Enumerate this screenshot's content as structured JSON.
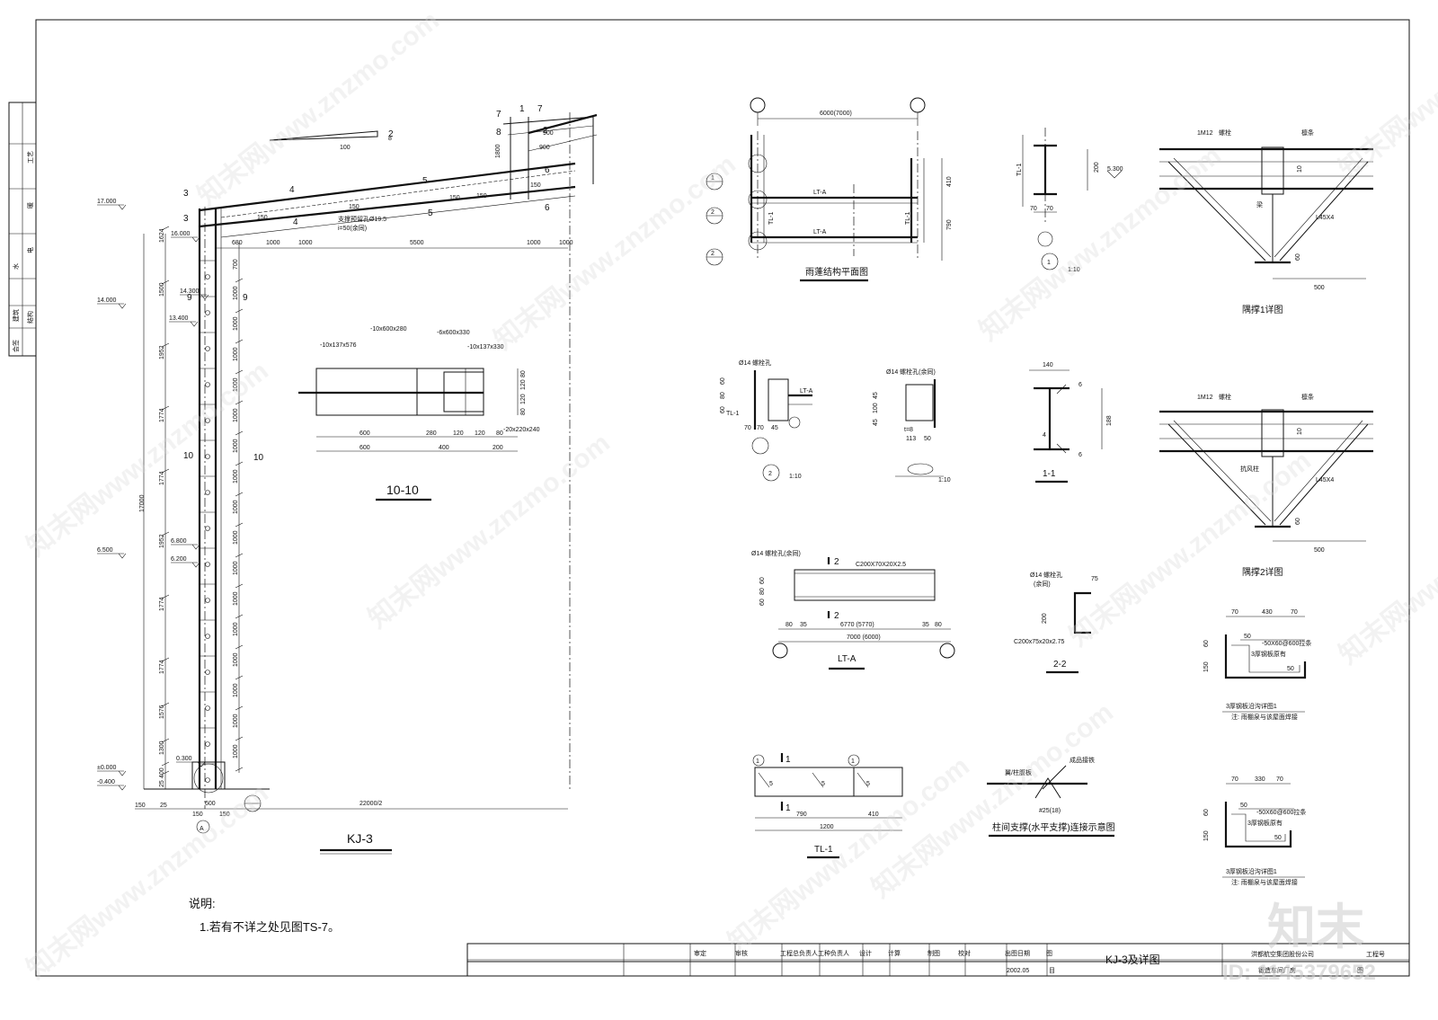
{
  "frame_views": {
    "kj3_title": "KJ-3",
    "elevations": [
      "17.000",
      "16.000",
      "14.300",
      "13.400",
      "14.000",
      "6.800",
      "6.200",
      "6.500",
      "0.300",
      "±0.000",
      "-0.400"
    ],
    "left_dims": [
      "1624",
      "1500",
      "1952",
      "1774",
      "1774",
      "1952",
      "1774",
      "1774",
      "1576",
      "1300",
      "400",
      "25"
    ],
    "column_dims": [
      "700",
      "1000",
      "1000",
      "1000",
      "1000",
      "1000",
      "1000",
      "1000",
      "1000",
      "1000",
      "1000",
      "1000",
      "1000",
      "1000",
      "1000",
      "1000",
      "1000"
    ],
    "total_height": "17000",
    "roof_dims": [
      "680",
      "1000",
      "1000",
      "5500",
      "1000",
      "1000"
    ],
    "roof_labels": [
      "150",
      "150",
      "150",
      "150",
      "150",
      "900",
      "900",
      "1800"
    ],
    "brace_note": "支撑预留孔Ø19.5",
    "slope_note": "i=50(余同)",
    "slope_ratio": "100",
    "slope_rise": "8",
    "base_dims": [
      "600",
      "150",
      "150",
      "25",
      "150"
    ],
    "span_dim": "22000/2",
    "axis_a": "A",
    "section_marks": [
      "3",
      "3",
      "4",
      "4",
      "5",
      "5",
      "6",
      "6",
      "7",
      "7",
      "8",
      "9",
      "9",
      "10",
      "10",
      "2",
      "2",
      "1"
    ]
  },
  "section_10": {
    "title": "10-10",
    "plates": [
      "-10x137x576",
      "-10x600x280",
      "-6x600x330",
      "-10x137x330",
      "-20x220x240"
    ],
    "dims_bottom1": [
      "600",
      "280",
      "120",
      "120",
      "80"
    ],
    "dims_bottom2": [
      "600",
      "400",
      "200"
    ],
    "dims_right": [
      "80",
      "120",
      "120",
      "80"
    ]
  },
  "canopy_plan": {
    "title": "雨蓬结构平面图",
    "span": "6000(7000)",
    "beams": [
      "LT-A",
      "LT-A"
    ],
    "tl": [
      "TL-1",
      "TL-1"
    ],
    "dims_right": [
      "410",
      "790"
    ],
    "callouts": [
      "1",
      "2",
      "2"
    ]
  },
  "detail_1": {
    "mark": "1",
    "scale": "1:10",
    "tl": "TL-1",
    "elev": "5.300",
    "dims": [
      "70",
      "70",
      "200"
    ]
  },
  "detail_2": {
    "mark": "2",
    "scale": "1:10",
    "hole": "Ø14 螺栓孔",
    "labels": [
      "TL-1",
      "LT-A"
    ],
    "dims": [
      "70",
      "70",
      "45",
      "60",
      "80",
      "60"
    ]
  },
  "detail_o": {
    "scale": "1:10",
    "hole": "Ø14 螺栓孔(余同)",
    "labels": [
      "t=8"
    ],
    "dims": [
      "45",
      "100",
      "45",
      "113",
      "50"
    ]
  },
  "section_11": {
    "title": "1-1",
    "dims": [
      "140",
      "188"
    ],
    "welds": [
      "6",
      "4",
      "6"
    ]
  },
  "lt_a": {
    "title": "LT-A",
    "hole": "Ø14 螺栓孔(余同)",
    "member": "C200X70X20X2.5",
    "marks": [
      "2",
      "2"
    ],
    "dims": [
      "80",
      "35",
      "6770 (5770)",
      "35",
      "80",
      "7000 (6000)"
    ],
    "dims_left": [
      "60",
      "80",
      "60"
    ]
  },
  "section_22": {
    "title": "2-2",
    "hole": "Ø14 螺栓孔",
    "hole2": "(余同)",
    "member": "C200x75x20x2.75",
    "dims": [
      "75",
      "200"
    ]
  },
  "tl_1": {
    "title": "TL-1",
    "marks": [
      "1",
      "1",
      "1",
      "1"
    ],
    "welds": [
      "5",
      "5",
      "5"
    ],
    "dims": [
      "790",
      "410",
      "1200"
    ]
  },
  "brace_conn": {
    "title": "柱间支撑(水平支撑)连接示意图",
    "labels": [
      "翼/柱腹板",
      "成品接铁",
      "#25(18)"
    ]
  },
  "yu_brace_1": {
    "title": "隅撑1详图",
    "labels": [
      "1M12",
      "螺栓",
      "檩条",
      "梁",
      "L45X4"
    ],
    "dims": [
      "10",
      "60",
      "500"
    ]
  },
  "yu_brace_2": {
    "title": "隅撑2详图",
    "labels": [
      "1M12",
      "螺栓",
      "檩条",
      "抗风柱",
      "L45X4"
    ],
    "dims": [
      "10",
      "60",
      "500"
    ]
  },
  "gutter_1": {
    "title": "3厚钢板沿沟详图1",
    "note": "注: 雨棚泉与该屋面焊接",
    "label": "-50X60@600拉条",
    "label2": "3厚钢板原有",
    "dims": [
      "70",
      "430",
      "70",
      "60",
      "150",
      "50",
      "50"
    ]
  },
  "gutter_2": {
    "title": "3厚钢板沿沟详图1",
    "note": "注: 雨棚泉与该屋面焊接",
    "label": "-50X60@600拉条",
    "label2": "3厚钢板原有",
    "dims": [
      "70",
      "330",
      "70",
      "60",
      "150",
      "50",
      "50"
    ]
  },
  "notes": {
    "heading": "说明:",
    "items": [
      "1.若有不详之处见图TS-7。"
    ]
  },
  "sidebar_stamp": [
    "工艺",
    "暖",
    "电",
    "水",
    "建筑",
    "结构",
    "会签"
  ],
  "title_block": {
    "cells": [
      "审定",
      "审核",
      "工程总负责人",
      "工种负责人",
      "设计",
      "计算",
      "制图",
      "校对",
      "出图日期",
      "图"
    ],
    "date": "2002.05",
    "sheet_title": "KJ-3及详图",
    "company": "洪都航空集团股份公司",
    "project": "工程号",
    "sub": "锻造车间厂房",
    "fig": "图",
    "misc": "目"
  },
  "watermark": {
    "text": "知末网www.znzmo.com",
    "logo": "知末",
    "id": "ID: 1145379652"
  }
}
